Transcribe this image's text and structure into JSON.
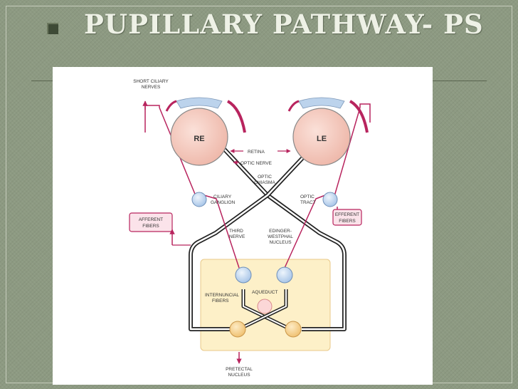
{
  "slide": {
    "title": "PUPILLARY PATHWAY- PS"
  },
  "diagram": {
    "labels": {
      "short_ciliary_1": "SHORT CILIARY",
      "short_ciliary_2": "NERVES",
      "right_eye": "RE",
      "left_eye": "LE",
      "retina": "RETINA",
      "optic_nerve": "OPTIC NERVE",
      "optic_chiasma_1": "OPTIC",
      "optic_chiasma_2": "CHIASMA",
      "ciliary_ganglion_1": "CILIARY",
      "ciliary_ganglion_2": "GANGLION",
      "optic_tract_1": "OPTIC",
      "optic_tract_2": "TRACT",
      "afferent_1": "AFFERENT",
      "afferent_2": "FIBERS",
      "efferent_1": "EFFERENT",
      "efferent_2": "FIBERS",
      "third_nerve_1": "THIRD",
      "third_nerve_2": "NERVE",
      "edinger_1": "EDINGER-",
      "edinger_2": "WESTPHAL",
      "edinger_3": "NUCLEUS",
      "aqueduct": "AQUEDUCT",
      "internuncial_1": "INTERNUNCIAL",
      "internuncial_2": "FIBERS",
      "pretectal_1": "PRETECTAL",
      "pretectal_2": "NUCLEUS"
    },
    "colors": {
      "pathway": "#b8245e",
      "eye_fill": "#f7cfc4",
      "nucleus_blue": "#cfe0f4",
      "nucleus_yellow": "#f8d79a",
      "brainstem_box": "#fdf0c8",
      "aqueduct": "#fbd7d7"
    }
  }
}
